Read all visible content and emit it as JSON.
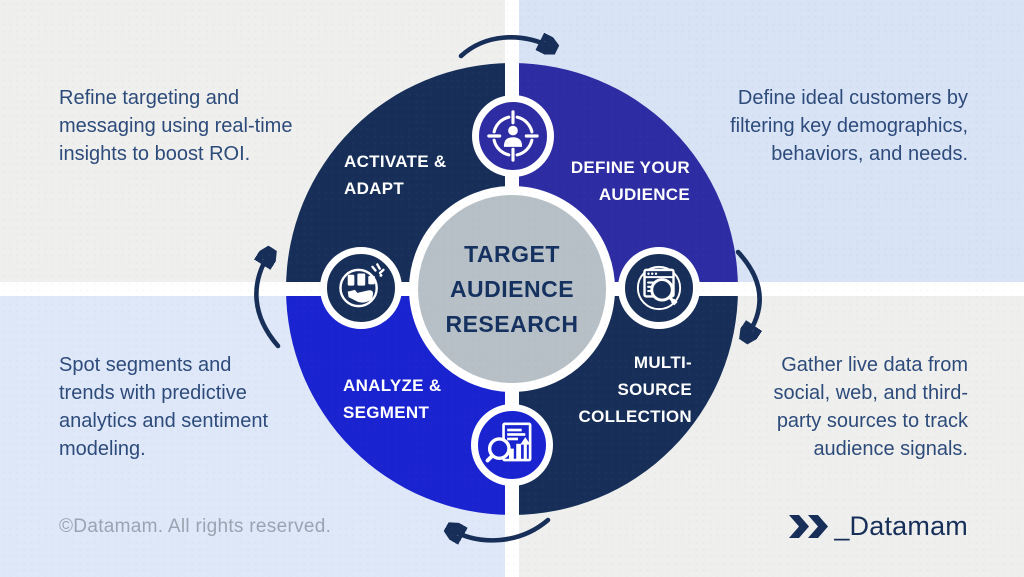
{
  "palette": {
    "navy": "#172f58",
    "indigo": "#2d2ca2",
    "blue": "#1a23d0",
    "center_gray": "#b7c0c6",
    "bg_gray": "#efefee",
    "bg_blue_tr": "#d9e3f6",
    "bg_blue_bl": "#dfe8f9",
    "body_text": "#2d4b7a",
    "title_text": "#15315f",
    "footer_text": "#9aa4b0"
  },
  "center": {
    "lines": [
      "TARGET",
      "AUDIENCE",
      "RESEARCH"
    ]
  },
  "segments": {
    "activate": {
      "lines": [
        "ACTIVATE &",
        "ADAPT"
      ]
    },
    "define": {
      "lines": [
        "DEFINE YOUR",
        "AUDIENCE"
      ]
    },
    "analyze": {
      "lines": [
        "ANALYZE &",
        "SEGMENT"
      ]
    },
    "multi": {
      "lines": [
        "MULTI-",
        "SOURCE",
        "COLLECTION"
      ]
    }
  },
  "notes": {
    "top_left": {
      "lines": [
        "Refine targeting and",
        "messaging using real-time",
        "insights to boost ROI."
      ]
    },
    "top_right": {
      "lines": [
        "Define ideal customers by",
        "filtering key demographics,",
        "behaviors, and needs."
      ]
    },
    "bottom_left": {
      "lines": [
        "Spot segments and",
        "trends with predictive",
        "analytics and sentiment",
        "modeling."
      ]
    },
    "bottom_right": {
      "lines": [
        "Gather live data from",
        "social, web, and third-",
        "party sources to track",
        "audience signals."
      ]
    }
  },
  "icons": {
    "top": "audience-target-icon",
    "right": "web-data-search-icon",
    "bottom": "chart-analysis-icon",
    "left": "segment-insights-icon"
  },
  "footer": {
    "copyright": "©Datamam. All rights reserved.",
    "brand": "_Datamam"
  }
}
